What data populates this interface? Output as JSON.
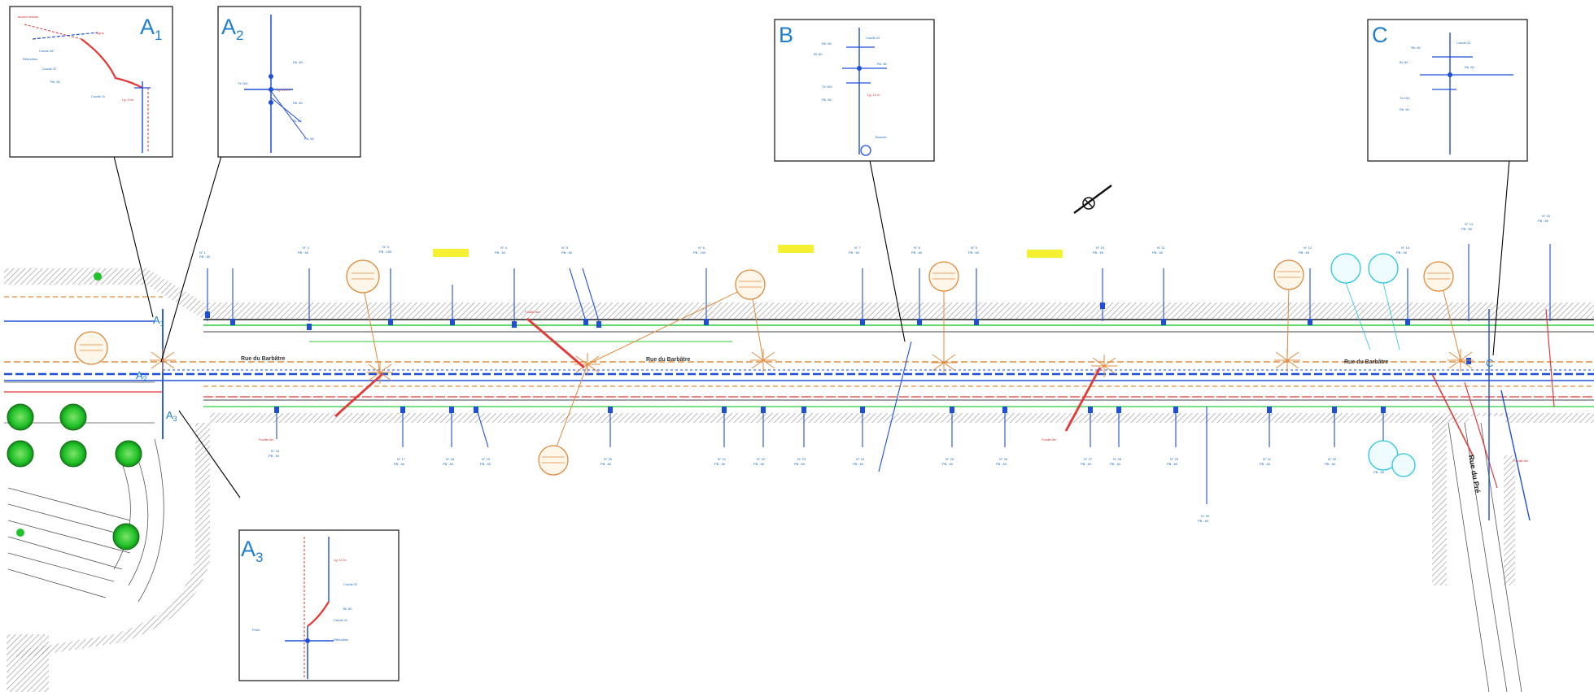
{
  "insets": {
    "a1": {
      "main": "A",
      "sub": "1"
    },
    "a2": {
      "main": "A",
      "sub": "2"
    },
    "a3": {
      "main": "A",
      "sub": "3"
    },
    "b": {
      "main": "B"
    },
    "c": {
      "main": "C"
    }
  },
  "plan_markers": {
    "a1": {
      "main": "A",
      "sub": "1"
    },
    "a2": {
      "main": "A",
      "sub": "2"
    },
    "a3": {
      "main": "A",
      "sub": "3"
    },
    "c": {
      "main": "C"
    }
  },
  "streets": {
    "main_1": "Rue du Barbâtre",
    "main_2": "Rue du Barbâtre",
    "main_3": "Rue du Barbâtre",
    "side": "Rue du Pré"
  },
  "colors": {
    "blue": "#1e4fd8",
    "cyan": "#1f7fd0",
    "red": "#e53935",
    "orange": "#e08a3c",
    "green": "#2ecc40",
    "hatch": "#9a9a9a"
  }
}
